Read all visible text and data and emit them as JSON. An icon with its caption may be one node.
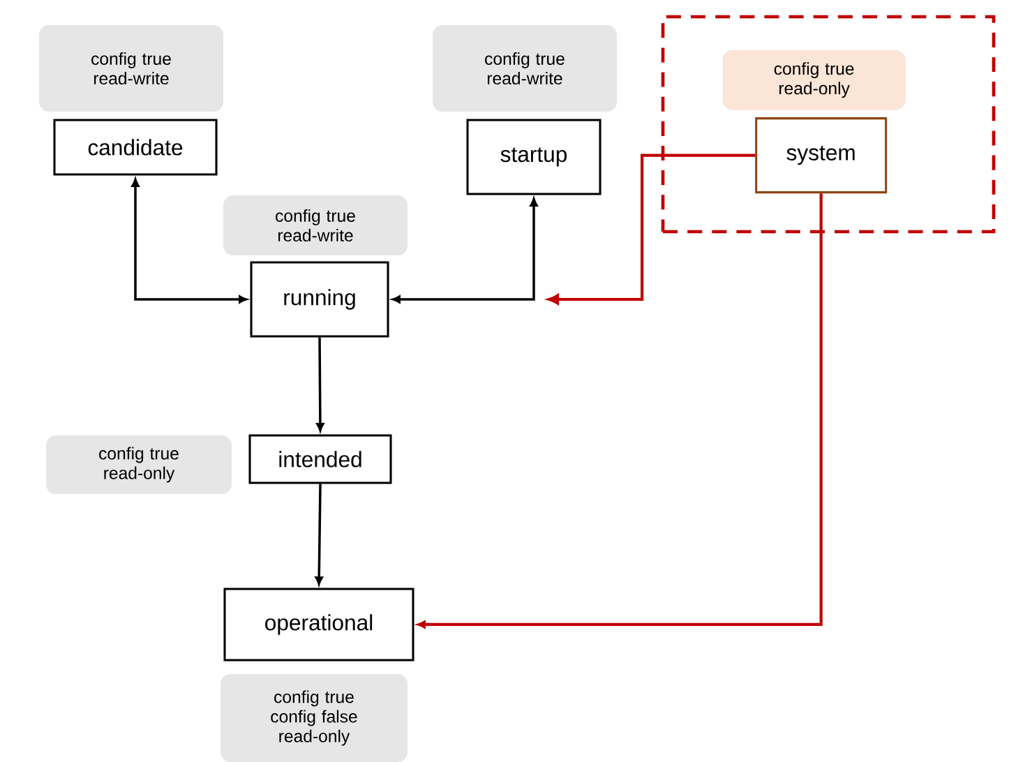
{
  "diagram": {
    "nodes": [
      {
        "text": [
          "config true read-write"
        ]
      },
      {
        "text": [
          "candidate"
        ]
      },
      {
        "text": [
          "config true read-write"
        ]
      },
      {
        "text": [
          "startup"
        ]
      },
      {
        "text": [],
        "shape": "box"
      },
      {
        "text": [
          "config true read-only"
        ],
        "in": 4
      },
      {
        "text": [
          "system"
        ],
        "in": 4
      },
      {
        "text": [
          "config true read-write"
        ]
      },
      {
        "text": [
          "running"
        ]
      },
      {
        "text": [
          "config true read-only"
        ]
      },
      {
        "text": [
          "intended"
        ]
      },
      {
        "text": [
          "config true config false read-only"
        ]
      },
      {
        "text": [
          "operational"
        ]
      }
    ],
    "edges": [
      {
        "from": 8,
        "to": 1,
        "arrow": "both"
      },
      {
        "from": 8,
        "to": 3,
        "arrow": "both"
      },
      {
        "from": 6,
        "to": null,
        "arrow": "to",
        "color": "#c00000"
      },
      {
        "from": 6,
        "to": 12,
        "arrow": "to",
        "color": "#c00000"
      },
      {
        "from": 8,
        "to": 10,
        "arrow": "to"
      },
      {
        "from": 10,
        "to": 12,
        "arrow": "to"
      }
    ]
  }
}
